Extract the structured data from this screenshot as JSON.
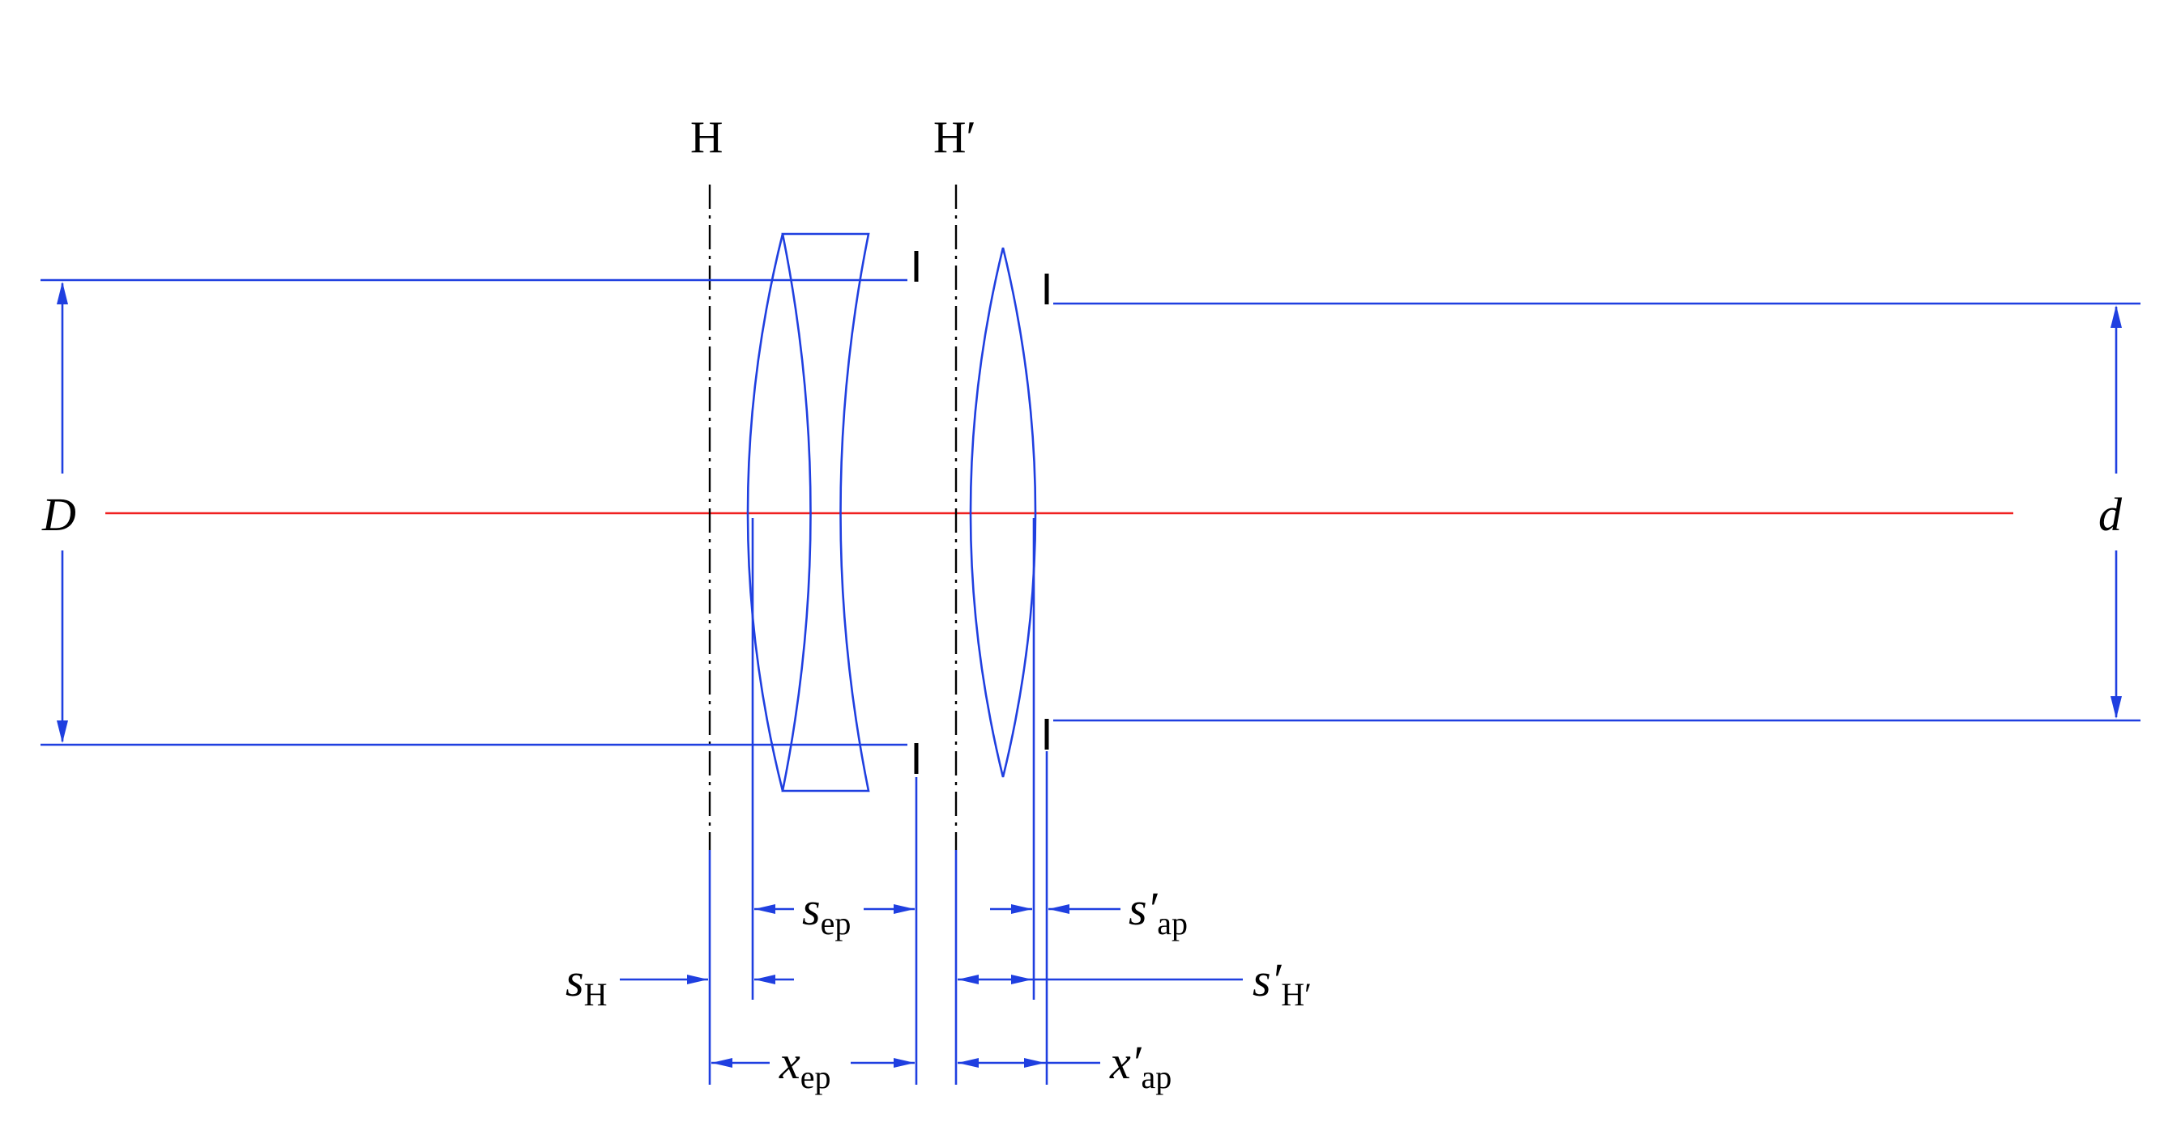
{
  "labels": {
    "principal_plane_object": "H",
    "principal_plane_image": "H′",
    "entrance_diameter": "D",
    "exit_diameter": "d",
    "s_ep": {
      "symbol": "s",
      "subscript": "ep"
    },
    "s_ap_prime": {
      "symbol": "s′",
      "subscript": "ap"
    },
    "s_H": {
      "symbol": "s",
      "subscript": "H"
    },
    "s_H_prime": {
      "symbol": "s′",
      "subscript": "H′"
    },
    "x_ep": {
      "symbol": "x",
      "subscript": "ep"
    },
    "x_ap_prime": {
      "symbol": "x′",
      "subscript": "ap"
    }
  },
  "colors": {
    "geometry": "#1f3fe0",
    "optical_axis": "#f02020",
    "planes": "#000000"
  }
}
